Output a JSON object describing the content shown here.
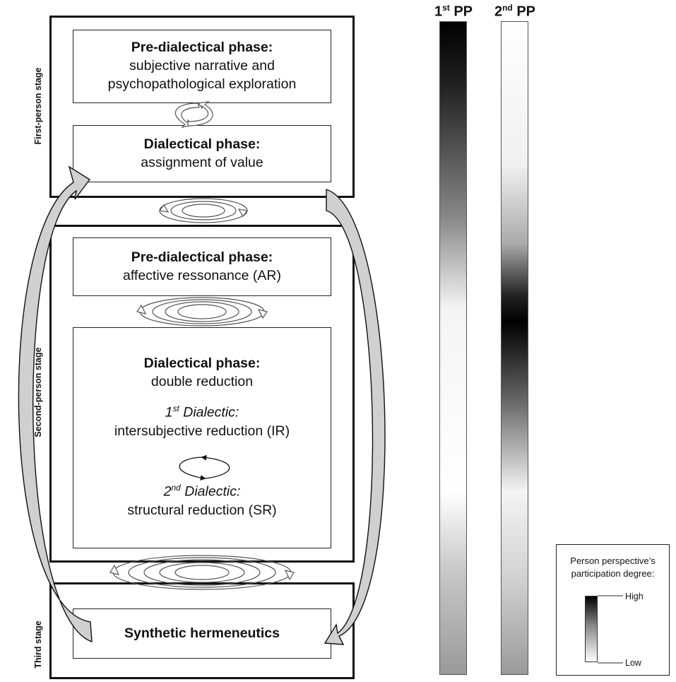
{
  "stages": {
    "first": {
      "label": "First-person stage",
      "pre": {
        "title": "Pre-dialectical phase:",
        "line1": "subjective narrative and",
        "line2": "psychopathological exploration"
      },
      "dialectical": {
        "title": "Dialectical phase:",
        "line1": "assignment of value"
      }
    },
    "second": {
      "label": "Second-person stage",
      "pre": {
        "title": "Pre-dialectical phase:",
        "line1": "affective ressonance (AR)"
      },
      "dialectical": {
        "title": "Dialectical phase:",
        "line1": "double reduction",
        "d1_num": "1",
        "d1_sup": "st",
        "d1_rest": " Dialectic:",
        "d1_text": "intersubjective reduction (IR)",
        "d2_num": "2",
        "d2_sup": "nd",
        "d2_rest": " Dialectic:",
        "d2_text": "structural reduction (SR)"
      }
    },
    "third": {
      "label": "Third stage",
      "box": {
        "title": "Synthetic hermeneutics"
      }
    }
  },
  "columns": {
    "first": {
      "num": "1",
      "sup": "st",
      "rest": " PP"
    },
    "second": {
      "num": "2",
      "sup": "nd",
      "rest": " PP"
    }
  },
  "legend": {
    "title_line1": "Person perspective’s",
    "title_line2": "participation degree:",
    "high": "High",
    "low": "Low"
  },
  "colors": {
    "line": "#111111",
    "arrow_fill": "#cccccc",
    "high": "#000000",
    "low": "#ffffff"
  }
}
